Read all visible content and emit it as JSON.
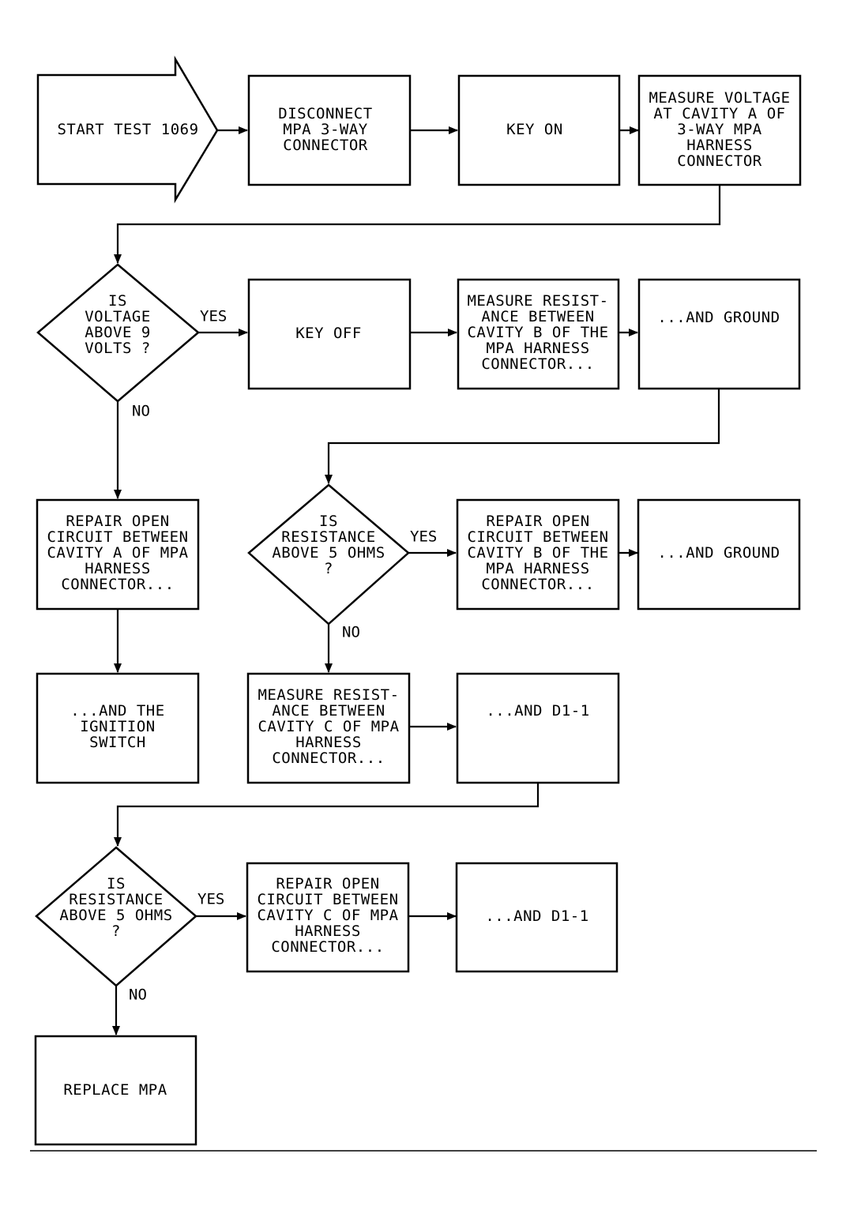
{
  "nodes": {
    "start": [
      "START TEST 1069"
    ],
    "disconnect": [
      "DISCONNECT",
      "MPA 3-WAY",
      "CONNECTOR"
    ],
    "key_on": [
      "KEY ON"
    ],
    "measure_voltage": [
      "MEASURE VOLTAGE",
      "AT CAVITY A OF",
      "3-WAY MPA",
      "HARNESS",
      "CONNECTOR"
    ],
    "q_voltage": [
      "IS",
      "VOLTAGE",
      "ABOVE 9",
      "VOLTS ?"
    ],
    "key_off": [
      "KEY OFF"
    ],
    "measure_res_b": [
      "MEASURE RESIST-",
      "ANCE BETWEEN",
      "CAVITY B OF THE",
      "MPA HARNESS",
      "CONNECTOR..."
    ],
    "and_ground_1": [
      "...AND GROUND"
    ],
    "repair_a": [
      "REPAIR OPEN",
      "CIRCUIT BETWEEN",
      "CAVITY A OF MPA",
      "HARNESS",
      "CONNECTOR..."
    ],
    "q_res_b": [
      "IS",
      "RESISTANCE",
      "ABOVE 5 OHMS",
      "?"
    ],
    "repair_b": [
      "REPAIR OPEN",
      "CIRCUIT BETWEEN",
      "CAVITY B OF THE",
      "MPA HARNESS",
      "CONNECTOR..."
    ],
    "and_ground_2": [
      "...AND GROUND"
    ],
    "and_ignition": [
      "...AND THE",
      "IGNITION",
      "SWITCH"
    ],
    "measure_res_c": [
      "MEASURE RESIST-",
      "ANCE BETWEEN",
      "CAVITY C OF MPA",
      "HARNESS",
      "CONNECTOR..."
    ],
    "and_d1_1": [
      "...AND D1-1"
    ],
    "q_res_c": [
      "IS",
      "RESISTANCE",
      "ABOVE 5 OHMS",
      "?"
    ],
    "repair_c": [
      "REPAIR OPEN",
      "CIRCUIT BETWEEN",
      "CAVITY C OF MPA",
      "HARNESS",
      "CONNECTOR..."
    ],
    "and_d1_2": [
      "...AND D1-1"
    ],
    "replace_mpa": [
      "REPLACE MPA"
    ]
  },
  "edge_labels": {
    "voltage_yes": "YES",
    "voltage_no": "NO",
    "res_b_yes": "YES",
    "res_b_no": "NO",
    "res_c_yes": "YES",
    "res_c_no": "NO"
  }
}
